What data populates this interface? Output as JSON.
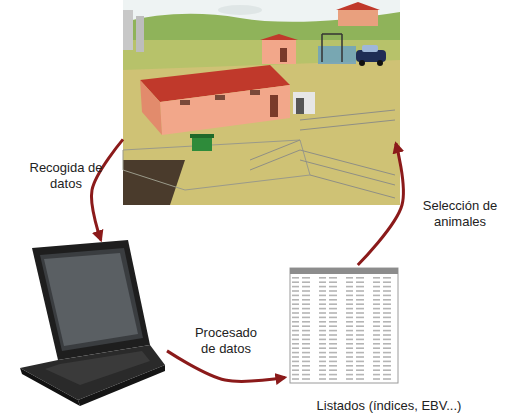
{
  "diagram": {
    "nodes": [
      {
        "text": []
      },
      {
        "text": []
      },
      {
        "text": [
          "Listados (índices, EBV...)"
        ]
      }
    ],
    "edges": [
      {
        "from": 0,
        "to": 1,
        "arrow": "to",
        "label": "Recogida de datos"
      },
      {
        "from": 1,
        "to": 2,
        "arrow": "to",
        "label": "Procesado de datos"
      },
      {
        "from": 2,
        "to": 0,
        "arrow": "to",
        "label": "Selección de animales"
      }
    ]
  }
}
